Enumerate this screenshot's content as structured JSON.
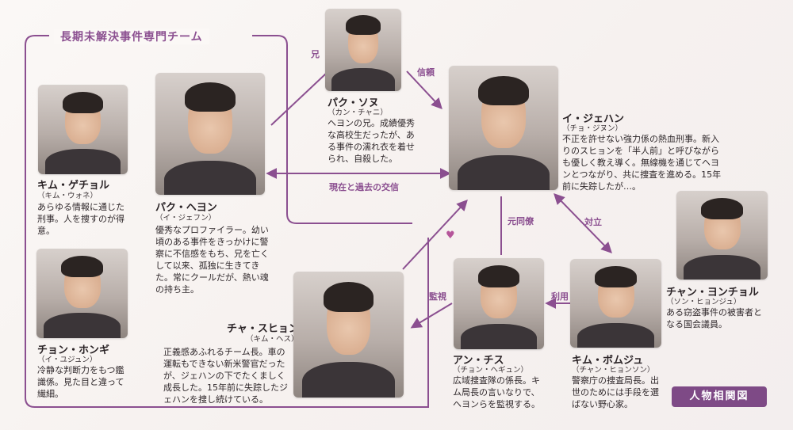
{
  "team_label": "長期未解決事件専門チーム",
  "badge": "人物相関図",
  "relations": {
    "brother": "兄",
    "trust": "信頼",
    "cross_time": "現在と過去の交信",
    "former_colleague": "元同僚",
    "conflict": "対立",
    "use": "利用",
    "watch": "監視",
    "love": "♥"
  },
  "characters": {
    "kim_gecheol": {
      "name": "キム・ゲチョル",
      "actor": "（キム・ウォネ）",
      "desc": "あらゆる情報に通じた刑事。人を捜すのが得意。"
    },
    "park_haeyoung": {
      "name": "パク・ヘヨン",
      "actor": "（イ・ジェフン）",
      "desc": "優秀なプロファイラー。幼い頃のある事件をきっかけに警察に不信感をもち、兄を亡くして以来、孤独に生きてきた。常にクールだが、熱い魂の持ち主。"
    },
    "park_sonu": {
      "name": "パク・ソヌ",
      "actor": "（カン・チャニ）",
      "desc": "ヘヨンの兄。成績優秀な高校生だったが、ある事件の濡れ衣を着せられ、自殺した。"
    },
    "lee_jaehan": {
      "name": "イ・ジェハン",
      "actor": "（チョ・ジヌン）",
      "desc": "不正を許せない強力係の熱血刑事。新入りのスヒョンを「半人前」と呼びながらも優しく教え導く。無線機を通じてヘヨンとつながり、共に捜査を進める。15年前に失踪したが…。"
    },
    "jung_hongi": {
      "name": "チョン・ホンギ",
      "actor": "（イ・ユジュン）",
      "desc": "冷静な判断力をもつ鑑識係。見た目と違って繊細。"
    },
    "cha_suhyun": {
      "name": "チャ・スヒョン",
      "actor": "（キム・ヘス）",
      "desc": "正義感あふれるチーム長。車の運転もできない新米警官だったが、ジェハンの下でたくましく成長した。15年前に失踪したジェハンを捜し続けている。"
    },
    "ahn_chisu": {
      "name": "アン・チス",
      "actor": "（チョン・ヘギュン）",
      "desc": "広域捜査隊の係長。キム局長の言いなりで、ヘヨンらを監視する。"
    },
    "kim_bumju": {
      "name": "キム・ボムジュ",
      "actor": "（チャン・ヒョンソン）",
      "desc": "警察庁の捜査局長。出世のためには手段を選ばない野心家。"
    },
    "jang_youngchul": {
      "name": "チャン・ヨンチョル",
      "actor": "（ソン・ヒョンジュ）",
      "desc": "ある窃盗事件の被害者となる国会議員。"
    }
  },
  "colors": {
    "accent": "#8b4f90",
    "badge_bg": "#7e4a86"
  }
}
